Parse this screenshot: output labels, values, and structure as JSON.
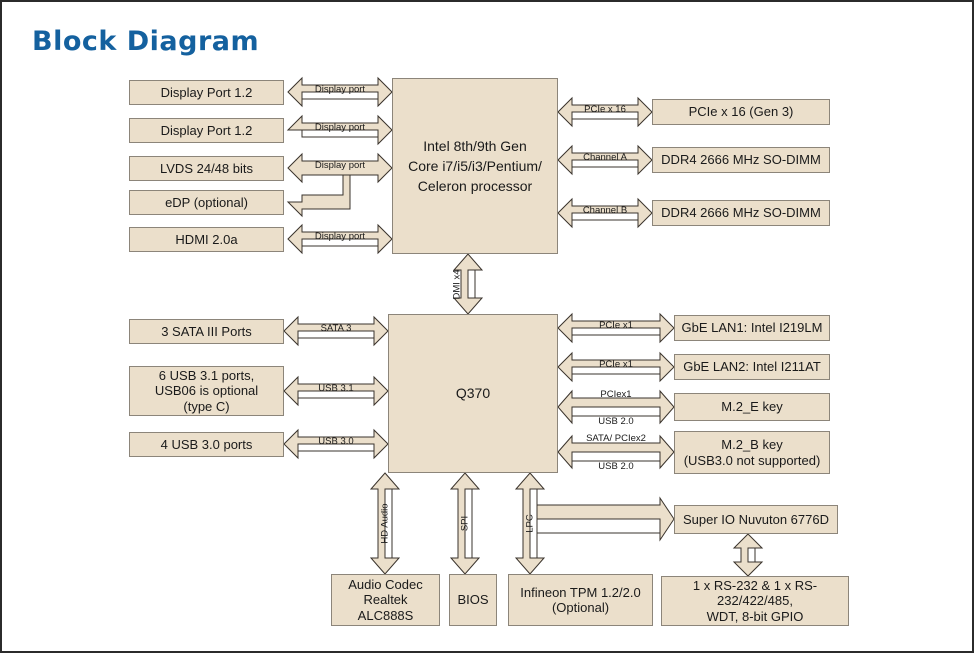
{
  "page": {
    "title": "Block Diagram",
    "title_color": "#14619f",
    "block_fill": "#ebdfcb",
    "block_border": "#8c857a",
    "background": "#ffffff"
  },
  "cpu": {
    "label": "Intel 8th/9th Gen\nCore i7/i5/i3/Pentium/\nCeleron processor"
  },
  "chipset": {
    "label": "Q370"
  },
  "dmi": {
    "label": "DMI x4"
  },
  "display_blocks": [
    {
      "label": "Display Port 1.2",
      "link": "Display port"
    },
    {
      "label": "Display Port 1.2",
      "link": "Display port"
    },
    {
      "label": "LVDS 24/48 bits",
      "link": "Display port"
    },
    {
      "label": "eDP (optional)",
      "link": ""
    },
    {
      "label": "HDMI 2.0a",
      "link": "Display port"
    }
  ],
  "cpu_right_blocks": [
    {
      "label": "PCIe x 16 (Gen 3)",
      "link": "PCIe x 16"
    },
    {
      "label": "DDR4 2666 MHz SO-DIMM",
      "link": "Channel A"
    },
    {
      "label": "DDR4 2666 MHz SO-DIMM",
      "link": "Channel B"
    }
  ],
  "chipset_left_blocks": [
    {
      "label": "3 SATA III Ports",
      "link": "SATA 3"
    },
    {
      "label": "6 USB 3.1 ports,\nUSB06 is optional\n(type C)",
      "link": "USB 3.1"
    },
    {
      "label": "4 USB 3.0 ports",
      "link": "USB 3.0"
    }
  ],
  "chipset_right_blocks": [
    {
      "label": "GbE LAN1: Intel I219LM",
      "link_top": "PCIe x1",
      "link_bottom": ""
    },
    {
      "label": "GbE LAN2: Intel I211AT",
      "link_top": "PCIe x1",
      "link_bottom": ""
    },
    {
      "label": "M.2_E key",
      "link_top": "PCIex1",
      "link_bottom": "USB 2.0"
    },
    {
      "label": "M.2_B key\n(USB3.0 not supported)",
      "link_top": "SATA/ PCIex2",
      "link_bottom": "USB 2.0"
    }
  ],
  "chipset_bottom_blocks": [
    {
      "label": "Audio Codec\nRealtek ALC888S",
      "link": "HD Audio"
    },
    {
      "label": "BIOS",
      "link": "SPI"
    },
    {
      "label": "Infineon TPM 1.2/2.0\n(Optional)",
      "link": "LPC"
    }
  ],
  "super_io": {
    "label": "Super IO Nuvuton 6776D",
    "child_label": "1 x RS-232 & 1 x RS-232/422/485,\nWDT, 8-bit GPIO"
  }
}
